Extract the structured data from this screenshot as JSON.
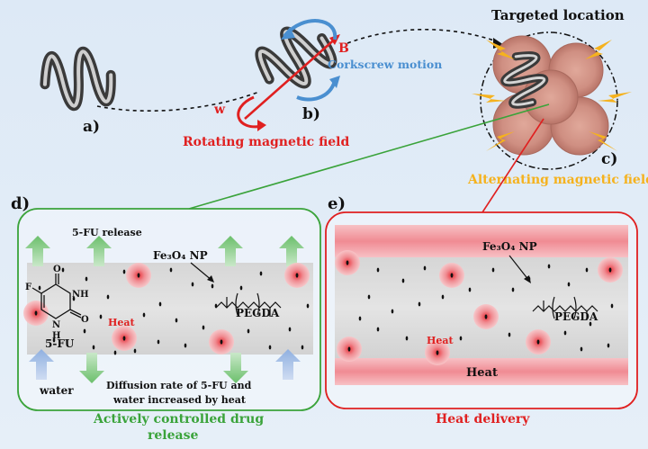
{
  "top": {
    "label_a": "a)",
    "label_b": "b)",
    "label_c": "c)",
    "b_vector": "B",
    "w_label": "w",
    "corkscrew": "Corkscrew motion",
    "rotating_field": "Rotating magnetic field",
    "targeted_location": "Targeted location",
    "alternating_field": "Alternating magnetic field"
  },
  "panel_d": {
    "label": "d)",
    "release": "5-FU release",
    "np": "Fe₃O₄ NP",
    "heat": "Heat",
    "drug": "5-FU",
    "polymer": "PEGDA",
    "water": "water",
    "diffusion_line1": "Diffusion rate of 5-FU and",
    "diffusion_line2": "water increased by heat",
    "caption_line1": "Actively controlled drug",
    "caption_line2": "release",
    "mol_F": "F",
    "mol_NH1": "NH",
    "mol_N": "N",
    "mol_H": "H",
    "mol_O1": "O",
    "mol_O2": "O"
  },
  "panel_e": {
    "label": "e)",
    "np": "Fe₃O₄ NP",
    "polymer": "PEGDA",
    "heat_small": "Heat",
    "heat_band": "Heat",
    "caption": "Heat delivery"
  },
  "colors": {
    "red": "#e02020",
    "blue": "#4a8fd0",
    "green": "#3aa33a",
    "orange": "#f5b21e",
    "heat_band": "#f4a0a6"
  }
}
